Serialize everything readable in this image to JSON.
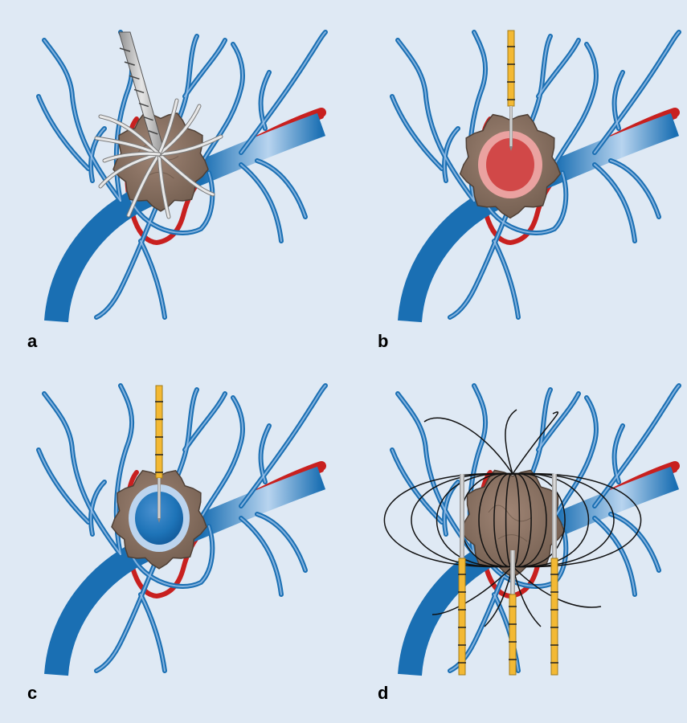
{
  "colors": {
    "background": "#dfe9f4",
    "vessel_blue": "#1a6fb3",
    "vessel_light": "#9cc2e8",
    "artery_red": "#c8201f",
    "tumor_brown": "#8b7363",
    "probe_yellow": "#f3b934",
    "shaft_gray": "#b3b3b3",
    "ablation_red": "#d14848",
    "ablation_pink": "#eaa2a0",
    "ice_blue": "#1e74b8",
    "ice_ring": "#bcd4ee",
    "field_line": "#111111"
  },
  "panels": [
    {
      "label": "a",
      "device": "tine-array-probe"
    },
    {
      "label": "b",
      "device": "radiofrequency-needle-heat-zone"
    },
    {
      "label": "c",
      "device": "cryoprobe-ice-ball"
    },
    {
      "label": "d",
      "device": "multi-electrode-electric-field"
    }
  ],
  "icons": {
    "vessel": "blood-vessel-tree",
    "artery": "red-artery",
    "tumor": "tumor-mass"
  }
}
